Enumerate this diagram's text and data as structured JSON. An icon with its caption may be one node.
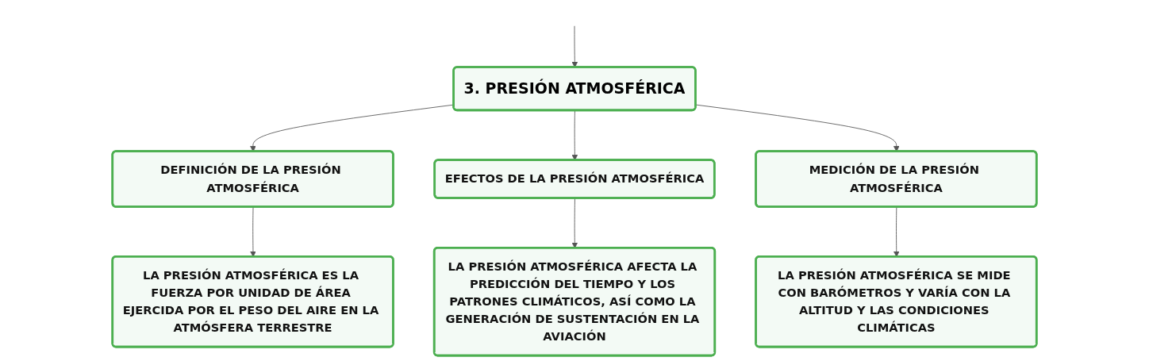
{
  "diagram": {
    "nodes": [
      {
        "text": [
          "3. PRESIÓN ATMOSFÉRICA"
        ]
      },
      {
        "text": [
          "DEFINICIÓN DE LA PRESIÓN ATMOSFÉRICA"
        ]
      },
      {
        "text": [
          "EFECTOS DE LA PRESIÓN ATMOSFÉRICA"
        ]
      },
      {
        "text": [
          "MEDICIÓN DE LA PRESIÓN ATMOSFÉRICA"
        ]
      },
      {
        "text": [
          "LA PRESIÓN ATMOSFÉRICA ES LA FUERZA POR UNIDAD DE ÁREA EJERCIDA POR EL PESO DEL AIRE EN LA ATMÓSFERA TERRESTRE"
        ]
      },
      {
        "text": [
          "LA PRESIÓN ATMOSFÉRICA AFECTA LA PREDICCIÓN DEL TIEMPO Y LOS PATRONES CLIMÁTICOS, ASÍ COMO LA GENERACIÓN DE SUSTENTACIÓN EN LA AVIACIÓN"
        ]
      },
      {
        "text": [
          "LA PRESIÓN ATMOSFÉRICA SE MIDE CON BARÓMETROS Y VARÍA CON LA ALTITUD Y LAS CONDICIONES CLIMÁTICAS"
        ]
      }
    ],
    "edges": [
      {
        "from": null,
        "to": 0,
        "arrow": "to"
      },
      {
        "from": 0,
        "to": 1,
        "arrow": "to"
      },
      {
        "from": 0,
        "to": 2,
        "arrow": "to"
      },
      {
        "from": 0,
        "to": 3,
        "arrow": "to"
      },
      {
        "from": 1,
        "to": 4,
        "arrow": "to"
      },
      {
        "from": 2,
        "to": 5,
        "arrow": "to"
      },
      {
        "from": 3,
        "to": 6,
        "arrow": "to"
      }
    ]
  }
}
